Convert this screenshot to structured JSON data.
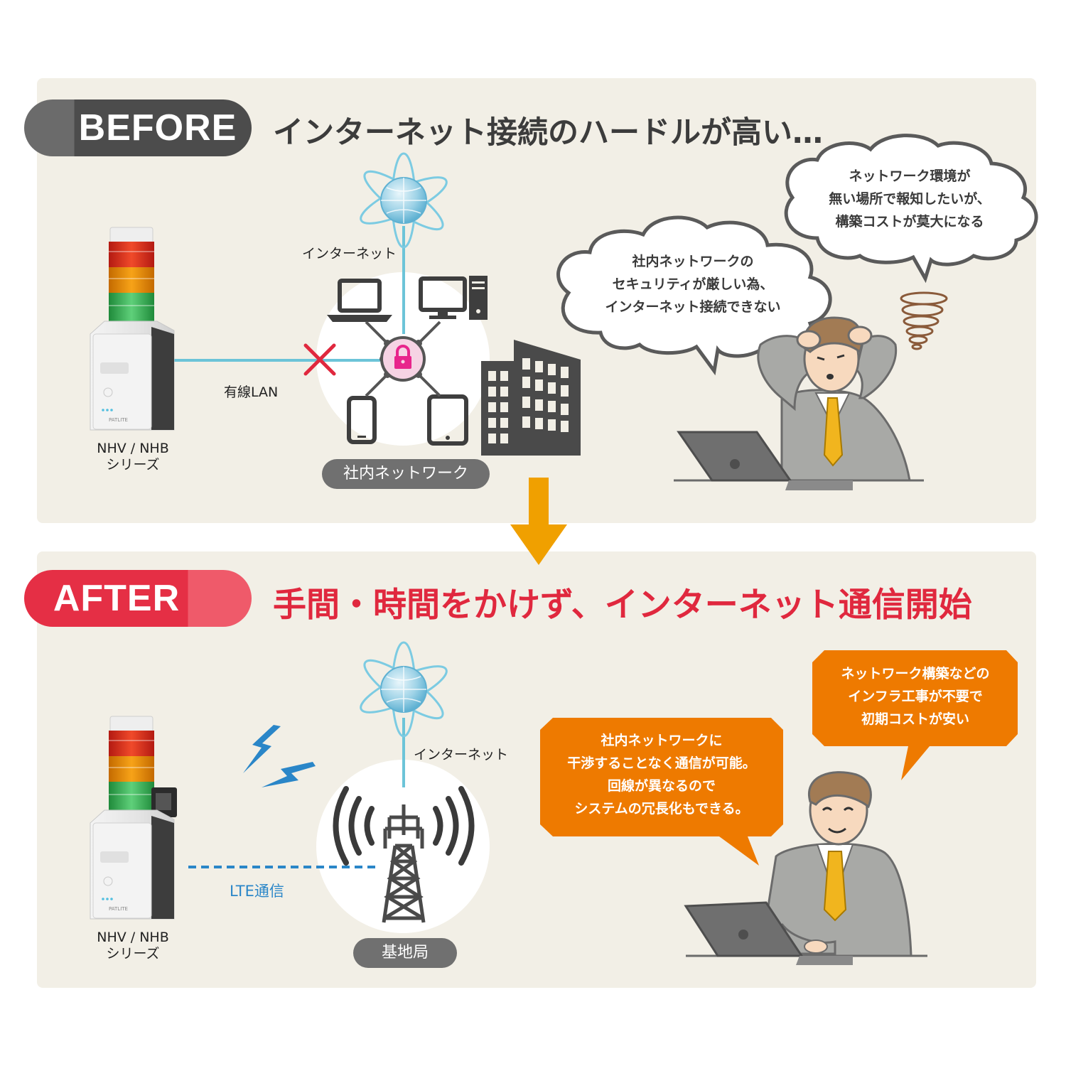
{
  "before": {
    "badge": "BEFORE",
    "headline": "インターネット接続のハードルが高い…",
    "internet_label": "インターネット",
    "wired_lan_label": "有線LAN",
    "device_label_line1": "NHV / NHB",
    "device_label_line2": "シリーズ",
    "network_pill": "社内ネットワーク",
    "cloud_left": [
      "社内ネットワークの",
      "セキュリティが厳しい為、",
      "インターネット接続できない"
    ],
    "cloud_right": [
      "ネットワーク環境が",
      "無い場所で報知したいが、",
      "構築コストが莫大になる"
    ]
  },
  "after": {
    "badge": "AFTER",
    "headline": "手間・時間をかけず、インターネット通信開始",
    "internet_label": "インターネット",
    "lte_label": "LTE通信",
    "device_label_line1": "NHV / NHB",
    "device_label_line2": "シリーズ",
    "station_pill": "基地局",
    "bubble_left": [
      "社内ネットワークに",
      "干渉することなく通信が可能。",
      "回線が異なるので",
      "システムの冗長化もできる。"
    ],
    "bubble_right": [
      "ネットワーク構築などの",
      "インフラ工事が不要で",
      "初期コストが安い"
    ]
  },
  "device_brand": "PATLITE",
  "colors": {
    "panel_bg": "#f2efe6",
    "before_badge": "#4c4c4c",
    "after_badge": "#e52f45",
    "after_headline": "#e0283e",
    "arrow": "#f0a000",
    "line": "#6cc4d8",
    "lte": "#2a86c8",
    "bubble_orange": "#ee7a00",
    "cross": "#e0283e",
    "lock_pink": "#e8258c"
  },
  "icons": [
    "globe-icon",
    "laptop-icon",
    "desktop-computer-icon",
    "smartphone-icon",
    "tablet-icon",
    "lock-icon",
    "building-icon",
    "lightning-icon",
    "cell-tower-icon",
    "signal-wave-icon",
    "signal-tower-light-icon",
    "businessman-figure",
    "dizzy-swirl-icon"
  ]
}
